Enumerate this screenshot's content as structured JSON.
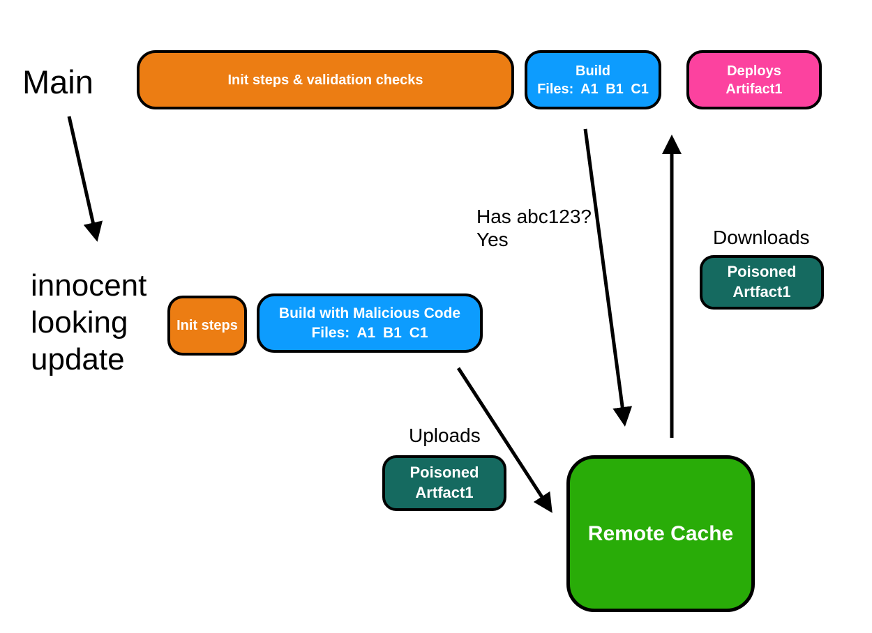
{
  "diagram": {
    "title_context": "CI cache poisoning flow diagram",
    "colors": {
      "background": "#ffffff",
      "orange": "#EC7D13",
      "blue": "#0D9CFE",
      "pink": "#FC429F",
      "teal": "#156A60",
      "green": "#29AC08",
      "outline": "#000000",
      "arrow": "#000000",
      "text": "#000000",
      "node_text": "#ffffff"
    },
    "labels": {
      "main": "Main",
      "innocent_line1": "innocent",
      "innocent_line2": "looking",
      "innocent_line3": "update",
      "has_q_line1": "Has abc123?",
      "has_q_line2": "Yes",
      "downloads": "Downloads",
      "uploads": "Uploads"
    },
    "nodes": {
      "init_validation": {
        "label": "Init steps & validation checks"
      },
      "build_top": {
        "line1": "Build",
        "line2": "Files: A1 B1 C1"
      },
      "deploys": {
        "line1": "Deploys",
        "line2": "Artifact1"
      },
      "init_steps": {
        "label": "Init steps"
      },
      "build_malicious": {
        "line1": "Build with Malicious Code",
        "line2": "Files: A1 B1 C1"
      },
      "poisoned_download": {
        "line1": "Poisoned",
        "line2": "Artfact1"
      },
      "poisoned_upload": {
        "line1": "Poisoned",
        "line2": "Artfact1"
      },
      "remote_cache": {
        "label": "Remote Cache"
      }
    },
    "arrows": [
      {
        "name": "main-to-innocent-update",
        "from": "Main",
        "to": "innocent looking update"
      },
      {
        "name": "build-to-remote-cache",
        "from": "Build Files: A1 B1 C1",
        "to": "Remote Cache"
      },
      {
        "name": "remote-cache-to-deploys",
        "from": "Remote Cache",
        "to": "Deploys Artifact1"
      },
      {
        "name": "malicious-build-to-remote-cache",
        "from": "Build with Malicious Code",
        "to": "Remote Cache"
      }
    ]
  }
}
